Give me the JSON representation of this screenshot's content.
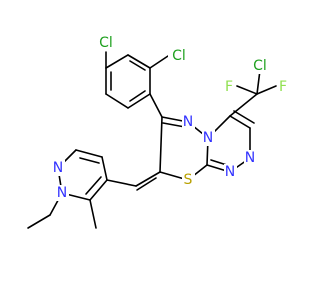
{
  "colors": {
    "bond": "#000000",
    "N": "#3333ff",
    "S": "#b8a000",
    "Cl": "#1fa01f",
    "F": "#90e050"
  },
  "labels": {
    "cl_aryl_para": "Cl",
    "cl_aryl_ortho": "Cl",
    "cl_cf2": "Cl",
    "f_left": "F",
    "f_right": "F",
    "n_thiadiazine": "N",
    "n_triazole_bridge": "N",
    "n_triazole_a": "N",
    "n_triazole_b": "N",
    "s_ring": "S",
    "n_pyrazole_1": "N",
    "n_pyrazole_2": "N"
  }
}
